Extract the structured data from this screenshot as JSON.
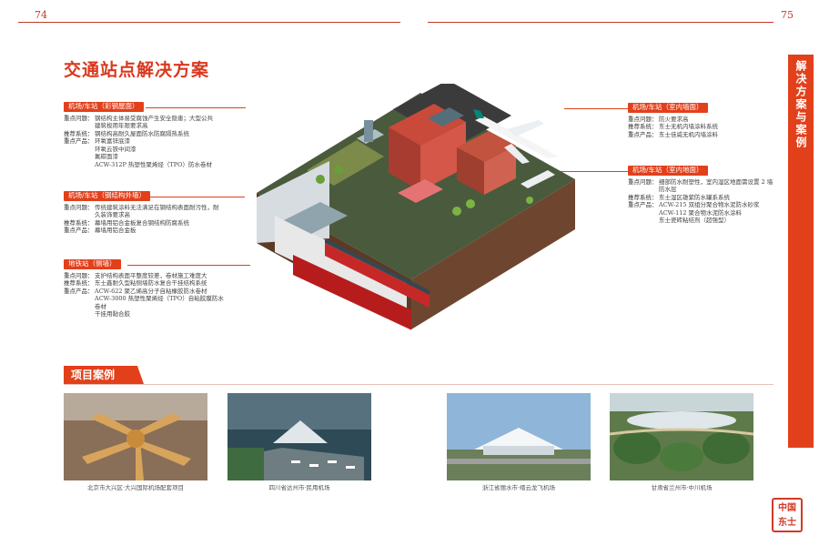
{
  "page": {
    "left_number": "74",
    "right_number": "75"
  },
  "title": "交通站点解决方案",
  "side_tab": "解决方案与案例",
  "labels": {
    "airport_roof": {
      "tag": "机场/车站（彩钢屋面）",
      "rows": [
        {
          "k": "重点问题：",
          "v": "钢结构主体易受腐蚀产生安全隐患；大型公共建筑梭用年限要求高"
        },
        {
          "k": "推荐系统：",
          "v": "钢结构高耐久屋面防水防腐隔热系统"
        },
        {
          "k": "重点产品：",
          "v": "环氧富锌底漆\n环氧云铁中间漆\n氟碳面漆\nACW-312P 热塑性聚烯烃（TPO）防水卷材"
        }
      ]
    },
    "steel_wall": {
      "tag": "机场/车站（钢结构外墙）",
      "rows": [
        {
          "k": "重点问题：",
          "v": "传统建筑涂料无法满足在钢结构表面耐污性，耐久装饰要求高"
        },
        {
          "k": "推荐系统：",
          "v": "幕墙用铝合金板复合钢结构防腐系统"
        },
        {
          "k": "重点产品：",
          "v": "幕墙用铝合金板"
        }
      ]
    },
    "metro_wall": {
      "tag": "地铁站（侧墙）",
      "rows": [
        {
          "k": "重点问题：",
          "v": "支护结构表面平整度较差，卷材施工难度大"
        },
        {
          "k": "推荐系统：",
          "v": "东士鑫耐久型粘侧墙防水复合干挂结构系统"
        },
        {
          "k": "重点产品：",
          "v": "ACW-622 聚乙烯高分子自粘橡胶防水卷材\nACW-3000 热塑性聚烯烃（TPO）自粘胶膜防水卷材\n干挂用黏合胶"
        }
      ]
    },
    "interior_ceiling": {
      "tag": "机场/车站（室内墙面）",
      "rows": [
        {
          "k": "重点问题：",
          "v": "防火要求高"
        },
        {
          "k": "推荐系统：",
          "v": "东士无机内墙涂料系统"
        },
        {
          "k": "重点产品：",
          "v": "东士佳威无机内墙涂料"
        }
      ]
    },
    "interior_floor": {
      "tag": "机场/车站（室内地面）",
      "rows": [
        {
          "k": "重点问题：",
          "v": "细部防水耐塑性，室内湿区地面需设置 2 墙防水层"
        },
        {
          "k": "推荐系统：",
          "v": "东士湿区雄紫防水罐系系统"
        },
        {
          "k": "重点产品：",
          "v": "ACW-215 双组分聚合物水泥防水砂浆\nACW-112 聚合物水泥防水涂料\n东士瓷砖粘结剂（超强型）"
        }
      ]
    }
  },
  "cases_title": "项目案例",
  "cases": [
    {
      "caption": "北京市大兴区·大兴国际机场配套项目"
    },
    {
      "caption": "四川省达州市·民用机场"
    },
    {
      "caption": "浙江省丽水市·缙云龙飞机场"
    },
    {
      "caption": "甘肃省兰州市·中川机场"
    }
  ],
  "seal_text": "中国\n东士",
  "colors": {
    "accent": "#e2401b",
    "title": "#d9381e"
  }
}
